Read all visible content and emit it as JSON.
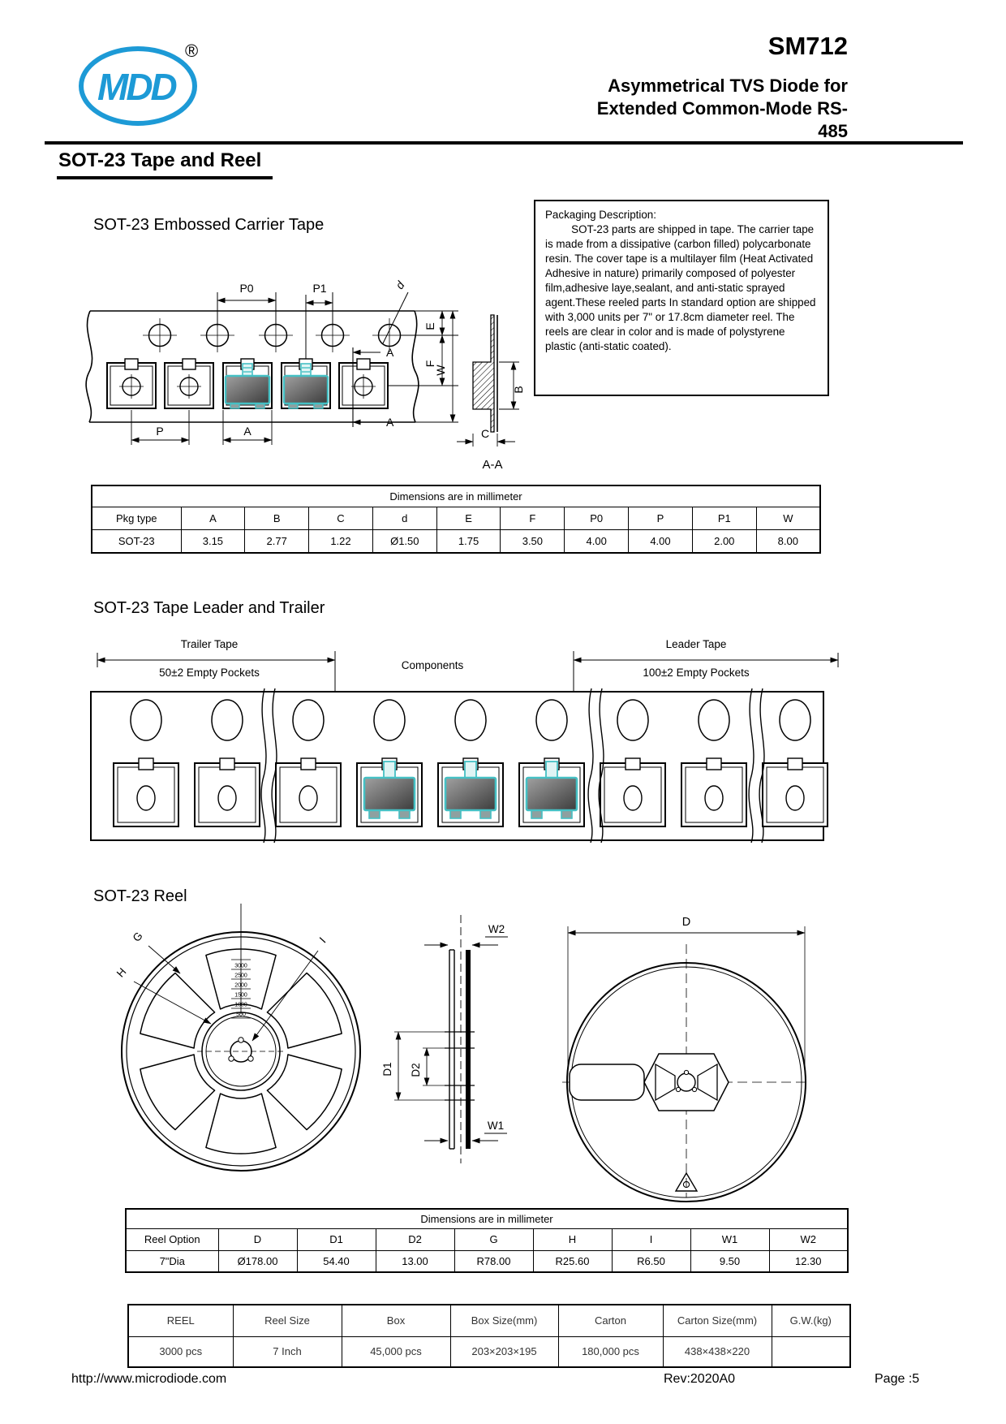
{
  "header": {
    "brand": "MDD",
    "registered": "®",
    "part_number": "SM712",
    "subtitle_line1": "Asymmetrical TVS Diode for",
    "subtitle_line2": "Extended Common-Mode RS-485"
  },
  "page_title": "SOT-23 Tape and Reel",
  "carrier_tape": {
    "heading": "SOT-23  Embossed Carrier Tape",
    "labels": {
      "p0": "P0",
      "p1": "P1",
      "d": "d",
      "a_section_top": "A",
      "a_section_bottom": "A",
      "e": "E",
      "f": "F",
      "w": "W",
      "p": "P",
      "a_width": "A",
      "b": "B",
      "c": "C",
      "section": "A-A"
    }
  },
  "packaging_description": {
    "title": "Packaging Description:",
    "body": "SOT-23 parts are shipped in tape. The carrier tape is made from a dissipative (carbon filled) polycarbonate resin. The cover tape is a multilayer film (Heat Activated Adhesive in nature) primarily composed of polyester film,adhesive laye,sealant, and anti-static sprayed agent.These reeled parts In standard option are shipped with 3,000 units per 7\" or 17.8cm diameter reel. The reels are clear in color and is made of polystyrene plastic (anti-static coated)."
  },
  "tape_dimensions_table": {
    "title": "Dimensions are in millimeter",
    "columns": [
      "Pkg type",
      "A",
      "B",
      "C",
      "d",
      "E",
      "F",
      "P0",
      "P",
      "P1",
      "W"
    ],
    "rows": [
      [
        "SOT-23",
        "3.15",
        "2.77",
        "1.22",
        "Ø1.50",
        "1.75",
        "3.50",
        "4.00",
        "4.00",
        "2.00",
        "8.00"
      ]
    ]
  },
  "leader_trailer": {
    "heading": "SOT-23  Tape Leader and Trailer",
    "trailer_label": "Trailer Tape",
    "trailer_sub": "50±2 Empty Pockets",
    "components_label": "Components",
    "leader_label": "Leader Tape",
    "leader_sub": "100±2 Empty Pockets"
  },
  "reel": {
    "heading": "SOT-23 Reel",
    "labels": {
      "g": "G",
      "h": "H",
      "i": "I",
      "d": "D",
      "d1": "D1",
      "d2": "D2",
      "w1": "W1",
      "w2": "W2"
    },
    "scale_marks": [
      "3000",
      "2500",
      "2000",
      "1500",
      "1000",
      "500"
    ]
  },
  "reel_dimensions_table": {
    "title": "Dimensions are in millimeter",
    "columns": [
      "Reel Option",
      "D",
      "D1",
      "D2",
      "G",
      "H",
      "I",
      "W1",
      "W2"
    ],
    "rows": [
      [
        "7\"Dia",
        "Ø178.00",
        "54.40",
        "13.00",
        "R78.00",
        "R25.60",
        "R6.50",
        "9.50",
        "12.30"
      ]
    ]
  },
  "packing_table": {
    "columns": [
      "REEL",
      "Reel Size",
      "Box",
      "Box Size(mm)",
      "Carton",
      "Carton Size(mm)",
      "G.W.(kg)"
    ],
    "rows": [
      [
        "3000 pcs",
        "7 Inch",
        "45,000 pcs",
        "203×203×195",
        "180,000 pcs",
        "438×438×220",
        ""
      ]
    ]
  },
  "footer": {
    "url": "http://www.microdiode.com",
    "revision": "Rev:2020A0",
    "page": "Page :5"
  }
}
